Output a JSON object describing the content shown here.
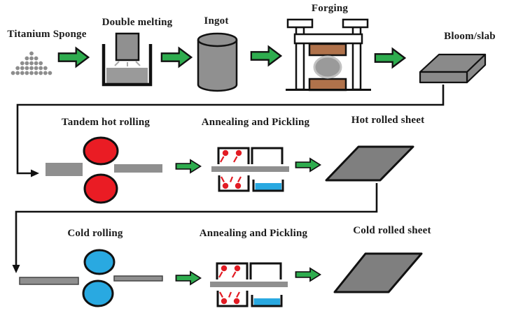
{
  "diagram": {
    "type": "process-flow",
    "rows": [
      {
        "name": "primary-production",
        "steps": [
          "Titanium Sponge",
          "Double melting",
          "Ingot",
          "Forging",
          "Bloom/slab"
        ]
      },
      {
        "name": "hot-rolling-line",
        "steps": [
          "Tandem hot rolling",
          "Annealing and Pickling",
          "Hot rolled sheet"
        ]
      },
      {
        "name": "cold-rolling-line",
        "steps": [
          "Cold rolling",
          "Annealing and Pickling",
          "Cold rolled sheet"
        ]
      }
    ]
  },
  "labels": {
    "titanium_sponge": "Titanium Sponge",
    "double_melting": "Double melting",
    "ingot": "Ingot",
    "forging": "Forging",
    "bloom_slab": "Bloom/slab",
    "tandem_hot_rolling": "Tandem hot rolling",
    "annealing_pickling_hot": "Annealing and Pickling",
    "hot_rolled_sheet": "Hot rolled sheet",
    "cold_rolling": "Cold rolling",
    "annealing_pickling_cold": "Annealing and Pickling",
    "cold_rolled_sheet": "Cold rolled sheet"
  },
  "icons": [
    "titanium-sponge-icon",
    "flow-arrow-icon",
    "melting-crucible-icon",
    "ingot-icon",
    "forging-press-icon",
    "bloom-slab-icon",
    "hot-rolling-mill-icon",
    "annealing-pickling-unit-icon",
    "hot-rolled-sheet-icon",
    "cold-rolling-mill-icon",
    "cold-rolled-sheet-icon",
    "connector-line"
  ],
  "colors": {
    "arrow_green": "#2EAC4E",
    "hot_roll_red": "#EA1C24",
    "cold_roll_blue": "#29A9E1",
    "pickling_bath_blue": "#29A9E1",
    "forging_die_brown": "#B0724B",
    "metal_gray": "#8F8F8F",
    "sheet_gray": "#7F7F7F",
    "outline_black": "#111111",
    "background": "#FFFFFF"
  }
}
